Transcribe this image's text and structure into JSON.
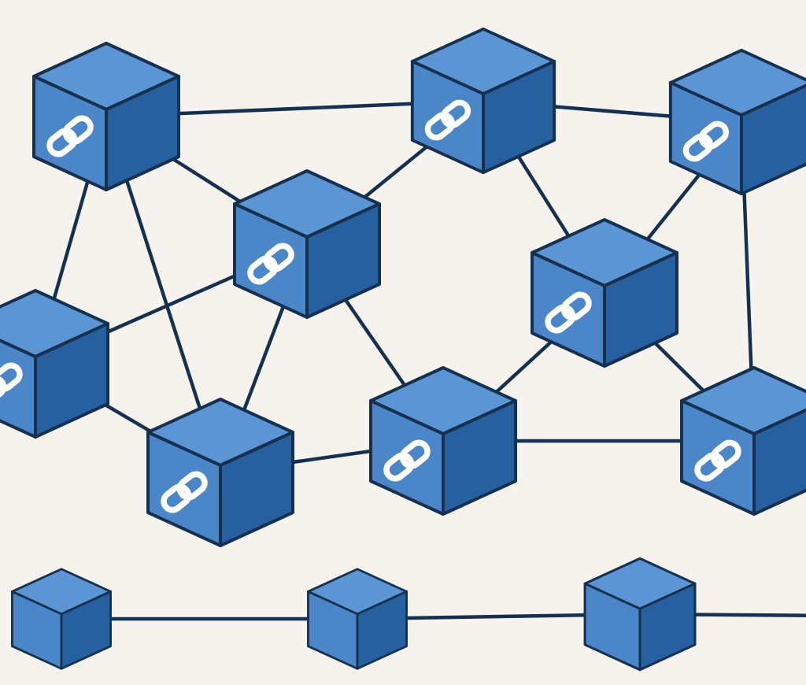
{
  "diagram": {
    "type": "blockchain-network",
    "colors": {
      "background": "#f6f3ee",
      "edge": "#16304f",
      "outline": "#16304f",
      "cube_front": "#4a86c8",
      "cube_top": "#5b95d4",
      "cube_side": "#27609e",
      "link_icon": "#ffffff"
    },
    "nodes": [
      {
        "id": "n1",
        "icon": "chain-link-icon"
      },
      {
        "id": "n2",
        "icon": "chain-link-icon"
      },
      {
        "id": "n3",
        "icon": "chain-link-icon"
      },
      {
        "id": "n4",
        "icon": "chain-link-icon"
      },
      {
        "id": "n5",
        "icon": "chain-link-icon"
      },
      {
        "id": "n6",
        "icon": "chain-link-icon"
      },
      {
        "id": "n7",
        "icon": "chain-link-icon"
      },
      {
        "id": "n8",
        "icon": "chain-link-icon"
      },
      {
        "id": "n9",
        "icon": "chain-link-icon"
      },
      {
        "id": "n10",
        "icon": "chain-link-icon"
      },
      {
        "id": "b1",
        "icon": ""
      },
      {
        "id": "b2",
        "icon": ""
      },
      {
        "id": "b3",
        "icon": ""
      }
    ],
    "edges": [
      [
        "n1",
        "n2"
      ],
      [
        "n2",
        "n3"
      ],
      [
        "n1",
        "n4"
      ],
      [
        "n2",
        "n4"
      ],
      [
        "n2",
        "n5"
      ],
      [
        "n3",
        "n5"
      ],
      [
        "n1",
        "n6"
      ],
      [
        "n1",
        "n7"
      ],
      [
        "n4",
        "n6"
      ],
      [
        "n4",
        "n7"
      ],
      [
        "n4",
        "n8"
      ],
      [
        "n4",
        "n9"
      ],
      [
        "n6",
        "n7"
      ],
      [
        "n7",
        "n9"
      ],
      [
        "n9",
        "n5"
      ],
      [
        "n5",
        "n10"
      ],
      [
        "n9",
        "n10"
      ],
      [
        "n3",
        "n10"
      ],
      [
        "b1",
        "b2"
      ],
      [
        "b2",
        "b3"
      ],
      [
        "b3",
        "edge-right"
      ]
    ]
  }
}
